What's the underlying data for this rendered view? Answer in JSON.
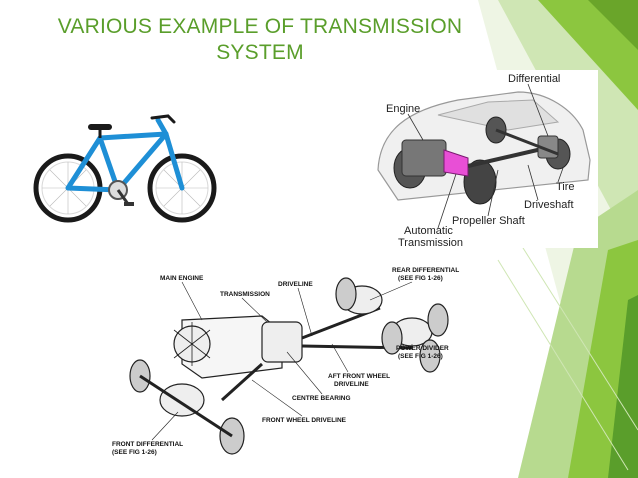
{
  "slide": {
    "title_line1": "VARIOUS EXAMPLE OF TRANSMISSION",
    "title_line2": "SYSTEM",
    "accent_color": "#5a9e2b"
  },
  "car_diagram": {
    "labels": {
      "differential": "Differential",
      "engine": "Engine",
      "tire": "Tire",
      "driveshaft": "Driveshaft",
      "propeller_shaft": "Propeller Shaft",
      "automatic": "Automatic",
      "transmission": "Transmission"
    }
  },
  "truck_diagram": {
    "labels": {
      "main_engine": "MAIN ENGINE",
      "transmission": "TRANSMISSION",
      "driveline": "DRIVELINE",
      "rear_diff_1": "REAR DIFFERENTIAL",
      "rear_diff_2": "(SEE FIG 1-26)",
      "power_divider_1": "POWER DIVIDER",
      "power_divider_2": "(SEE FIG 1-26)",
      "aft_front_1": "AFT FRONT WHEEL",
      "aft_front_2": "DRIVELINE",
      "centre_bearing": "CENTRE BEARING",
      "front_wheel_driveline": "FRONT WHEEL DRIVELINE",
      "front_diff_1": "FRONT DIFFERENTIAL",
      "front_diff_2": "(SEE FIG 1-26)"
    }
  },
  "icons": {
    "bicycle": "bicycle-illustration",
    "car": "car-drivetrain-illustration",
    "truck": "truck-drivetrain-illustration"
  }
}
